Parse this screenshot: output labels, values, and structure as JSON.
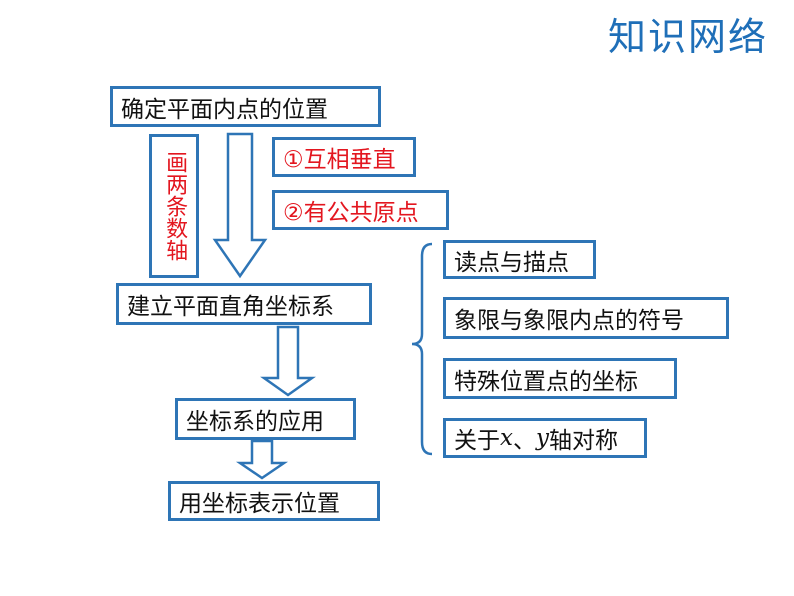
{
  "title": "知识网络",
  "main_flow": [
    "确定平面内点的位置",
    "建立平面直角坐标系",
    "坐标系的应用",
    "用坐标表示位置"
  ],
  "side_label": "画两条数轴",
  "conditions": [
    "①互相垂直",
    "②有公共原点"
  ],
  "applications": [
    "读点与描点",
    "象限与象限内点的符号",
    "特殊位置点的坐标"
  ],
  "symmetry": {
    "prefix": "关于",
    "x": "x",
    "sep": "、",
    "y": "y",
    "suffix": "轴对称"
  },
  "colors": {
    "border": "#2e75b6",
    "red": "#e3161f",
    "title": "#1f6fb8"
  }
}
